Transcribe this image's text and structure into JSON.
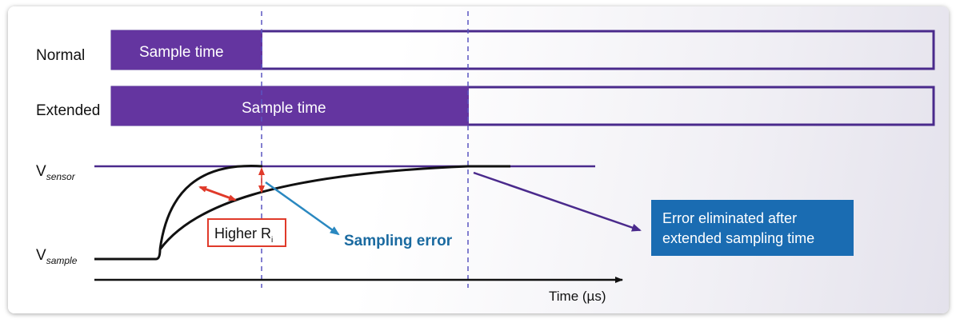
{
  "rows": {
    "normal": {
      "label": "Normal",
      "bar_text": "Sample time"
    },
    "extended": {
      "label": "Extended",
      "bar_text": "Sample time"
    }
  },
  "signals": {
    "v_sensor": {
      "main": "V",
      "sub": "sensor"
    },
    "v_sample": {
      "main": "V",
      "sub": "sample"
    }
  },
  "annotations": {
    "higher_ri": {
      "main": "Higher R",
      "sub": "i"
    },
    "sampling_error": "Sampling error",
    "eliminated_line1": "Error eliminated after",
    "eliminated_line2": "extended sampling time"
  },
  "axis": {
    "label": "Time (µs)"
  },
  "colors": {
    "purple": "#6435a0",
    "purple_dark": "#4a2a8c",
    "blue_box": "#1a6cb2",
    "error_blue": "#2a88c0",
    "red": "#e03a2a",
    "dashed": "#5a55c0",
    "curve": "#111111"
  }
}
